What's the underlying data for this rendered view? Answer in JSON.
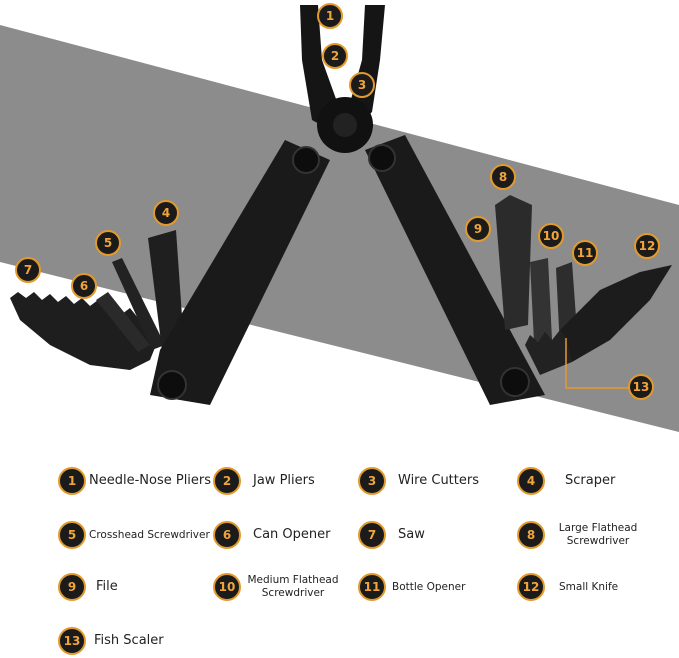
{
  "tools": [
    {
      "num": "1",
      "name": "Needle-Nose Pliers"
    },
    {
      "num": "2",
      "name": "Jaw Pliers"
    },
    {
      "num": "3",
      "name": "Wire Cutters"
    },
    {
      "num": "4",
      "name": "Scraper"
    },
    {
      "num": "5",
      "name": "Crosshead Screwdriver"
    },
    {
      "num": "6",
      "name": "Can Opener"
    },
    {
      "num": "7",
      "name": "Saw"
    },
    {
      "num": "8",
      "name": "Large Flathead Screwdriver"
    },
    {
      "num": "9",
      "name": "File"
    },
    {
      "num": "10",
      "name": "Medium Flathead Screwdriver"
    },
    {
      "num": "11",
      "name": "Bottle Opener"
    },
    {
      "num": "12",
      "name": "Small Knife"
    },
    {
      "num": "13",
      "name": "Fish Scaler"
    }
  ],
  "colors": {
    "band": "#8c8c8c",
    "tool_body": "#1a1a1a",
    "badge_fill": "#1b1b1b",
    "badge_ring": "#e39a2c",
    "callout_line": "#e39a2c"
  }
}
